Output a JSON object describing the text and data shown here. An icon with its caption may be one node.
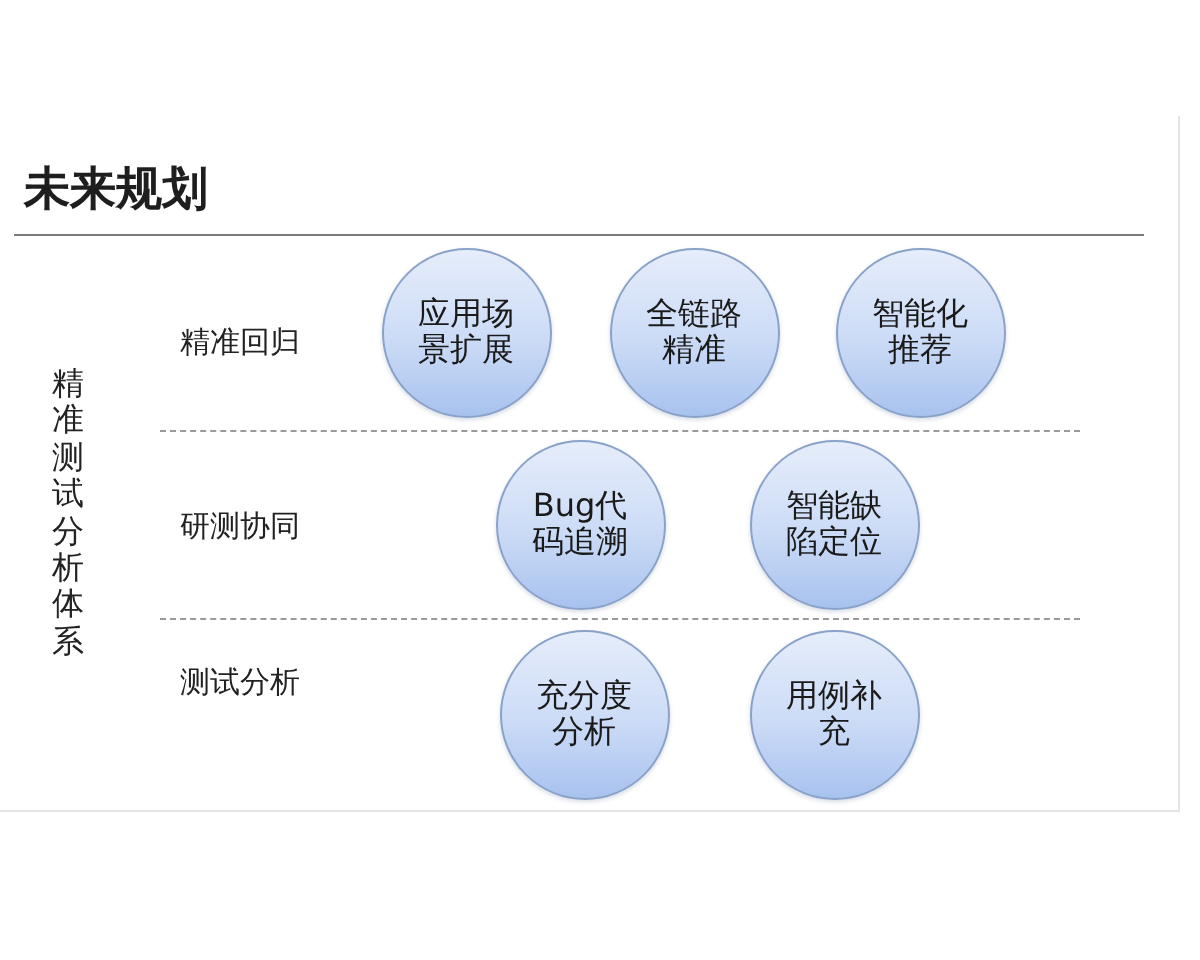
{
  "diagram": {
    "title": "未来规划",
    "nodes": [
      {
        "text": [
          "应用场景扩展"
        ]
      },
      {
        "text": [
          "全链路精准"
        ]
      },
      {
        "text": [
          "智能化推荐"
        ]
      },
      {
        "text": [
          "Bug代码追溯"
        ]
      },
      {
        "text": [
          "智能缺陷定位"
        ]
      },
      {
        "text": [
          "充分度分析"
        ]
      },
      {
        "text": [
          "用例补充"
        ]
      }
    ],
    "labels": [
      "精准测试分析体系",
      "精准回归",
      "研测协同",
      "测试分析"
    ]
  }
}
